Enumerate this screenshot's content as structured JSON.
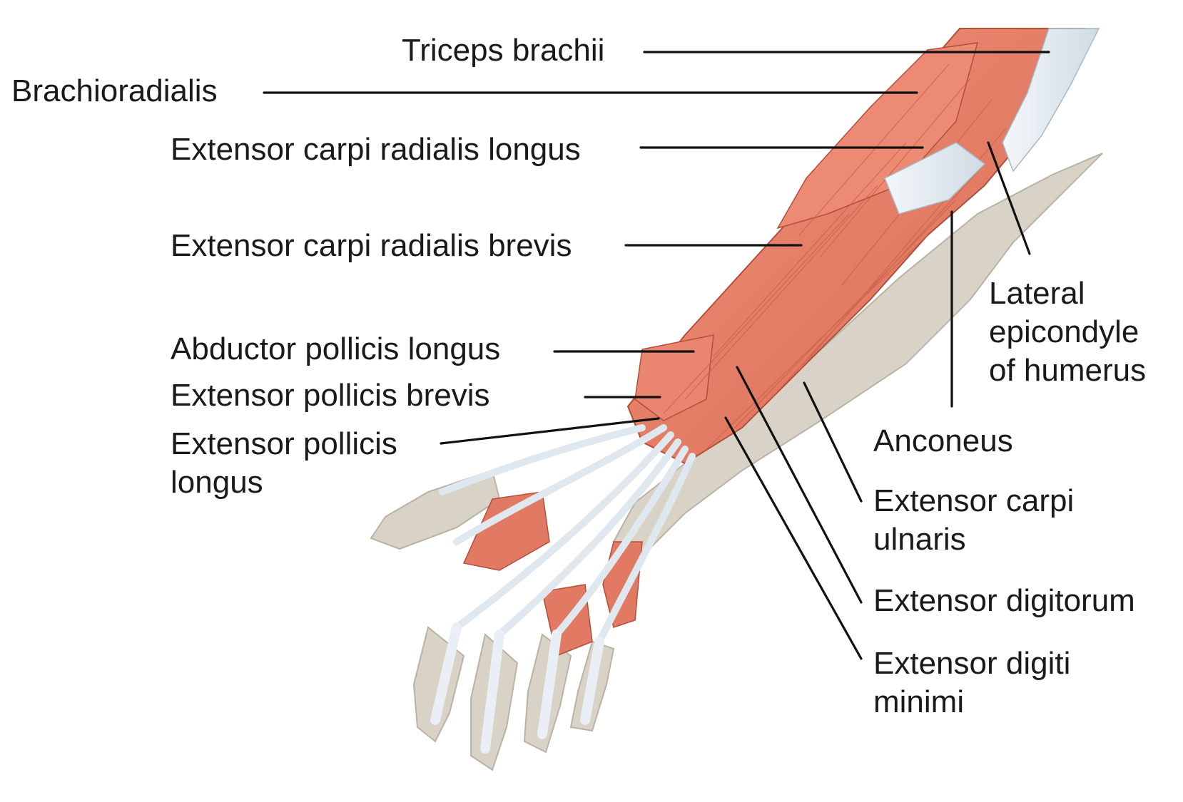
{
  "labels": {
    "triceps_brachii": "Triceps brachii",
    "brachioradialis": "Brachioradialis",
    "ecr_longus": "Extensor carpi radialis longus",
    "ecr_brevis": "Extensor carpi radialis brevis",
    "abductor_pollicis_longus": "Abductor pollicis longus",
    "extensor_pollicis_brevis": "Extensor pollicis brevis",
    "extensor_pollicis_longus": [
      "Extensor pollicis",
      "longus"
    ],
    "lateral_epicondyle": [
      "Lateral",
      "epicondyle",
      "of humerus"
    ],
    "anconeus": "Anconeus",
    "extensor_carpi_ulnaris": [
      "Extensor carpi",
      "ulnaris"
    ],
    "extensor_digitorum": "Extensor digitorum",
    "extensor_digiti_minimi": [
      "Extensor digiti",
      "minimi"
    ]
  },
  "colors": {
    "muscle": "#e8806a",
    "muscle_dark": "#c95f4a",
    "tendon": "#e4ecf2",
    "bone": "#d8d3c6",
    "skin_outline": "#b9b3a5",
    "leader": "#111111"
  }
}
